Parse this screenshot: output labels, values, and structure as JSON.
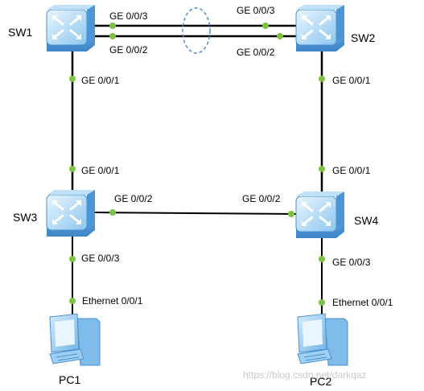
{
  "devices": {
    "sw1": "SW1",
    "sw2": "SW2",
    "sw3": "SW3",
    "sw4": "SW4",
    "pc1": "PC1",
    "pc2": "PC2"
  },
  "ports": {
    "sw1_sw2_top_sw1": "GE 0/0/3",
    "sw1_sw2_top_sw2": "GE 0/0/3",
    "sw1_sw2_bottom_sw1": "GE 0/0/2",
    "sw1_sw2_bottom_sw2": "GE 0/0/2",
    "sw1_down": "GE 0/0/1",
    "sw2_down": "GE 0/0/1",
    "sw3_up": "GE 0/0/1",
    "sw4_up": "GE 0/0/1",
    "sw3_right": "GE 0/0/2",
    "sw4_left": "GE 0/0/2",
    "sw3_down": "GE 0/0/3",
    "sw4_down": "GE 0/0/3",
    "pc1_up": "Ethernet 0/0/1",
    "pc2_up": "Ethernet 0/0/1"
  },
  "watermark": "https://blog.csdn.net/darkqaz",
  "colors": {
    "switch_light": "#cfe8fa",
    "switch_dark": "#5aa3df",
    "port_dot": "#7dc242",
    "link_line": "#000000",
    "trunk_ellipse": "#4a8fd6"
  },
  "icons": {
    "switch": "layer3-switch-icon",
    "pc": "pc-icon"
  }
}
